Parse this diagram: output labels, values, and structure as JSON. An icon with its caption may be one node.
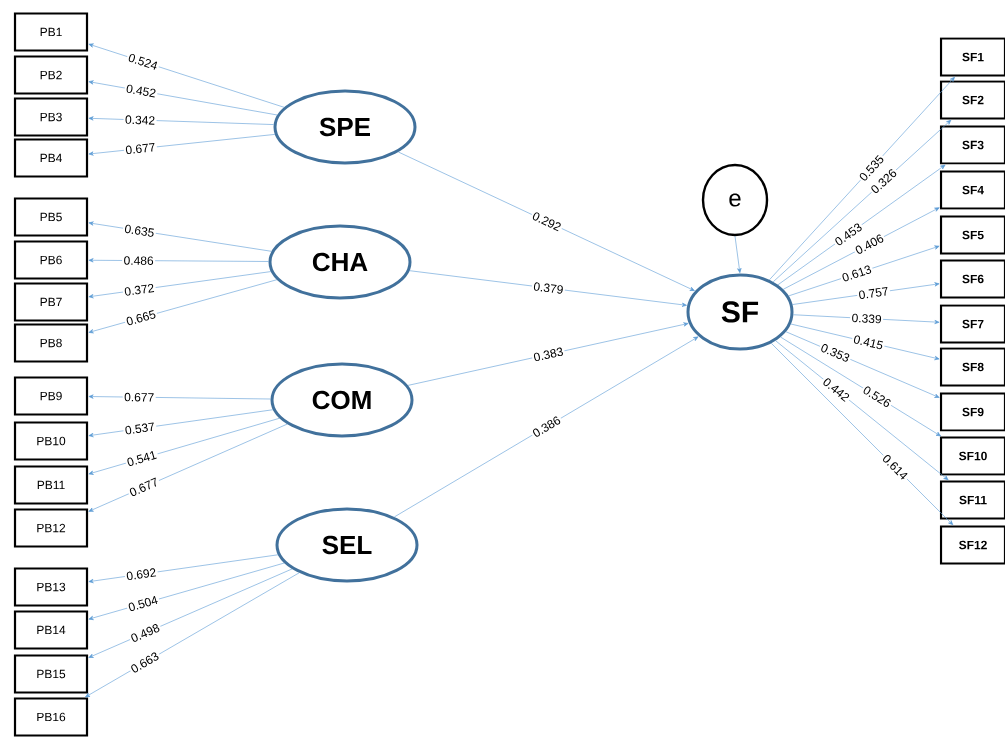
{
  "diagram": {
    "nodes": [
      {
        "text": [
          "PB1"
        ]
      },
      {
        "text": [
          "PB2"
        ]
      },
      {
        "text": [
          "PB3"
        ]
      },
      {
        "text": [
          "PB4"
        ]
      },
      {
        "text": [
          "PB5"
        ]
      },
      {
        "text": [
          "PB6"
        ]
      },
      {
        "text": [
          "PB7"
        ]
      },
      {
        "text": [
          "PB8"
        ]
      },
      {
        "text": [
          "PB9"
        ]
      },
      {
        "text": [
          "PB10"
        ]
      },
      {
        "text": [
          "PB11"
        ]
      },
      {
        "text": [
          "PB12"
        ]
      },
      {
        "text": [
          "PB13"
        ]
      },
      {
        "text": [
          "PB14"
        ]
      },
      {
        "text": [
          "PB15"
        ]
      },
      {
        "text": [
          "PB16"
        ]
      },
      {
        "text": [
          "SPE"
        ]
      },
      {
        "text": [
          "CHA"
        ]
      },
      {
        "text": [
          "COM"
        ]
      },
      {
        "text": [
          "SEL"
        ]
      },
      {
        "text": [
          "e"
        ]
      },
      {
        "text": [
          "SF"
        ]
      },
      {
        "text": [
          "SF1"
        ]
      },
      {
        "text": [
          "SF2"
        ]
      },
      {
        "text": [
          "SF3"
        ]
      },
      {
        "text": [
          "SF4"
        ]
      },
      {
        "text": [
          "SF5"
        ]
      },
      {
        "text": [
          "SF6"
        ]
      },
      {
        "text": [
          "SF7"
        ]
      },
      {
        "text": [
          "SF8"
        ]
      },
      {
        "text": [
          "SF9"
        ]
      },
      {
        "text": [
          "SF10"
        ]
      },
      {
        "text": [
          "SF11"
        ]
      },
      {
        "text": [
          "SF12"
        ]
      }
    ],
    "edges": [
      {
        "from": 16,
        "to": 0,
        "arrow": "to",
        "label": "0.524"
      },
      {
        "from": 16,
        "to": 1,
        "arrow": "to",
        "label": "0.452"
      },
      {
        "from": 16,
        "to": 2,
        "arrow": "to",
        "label": "0.342"
      },
      {
        "from": 16,
        "to": 3,
        "arrow": "to",
        "label": "0.677"
      },
      {
        "from": 17,
        "to": 4,
        "arrow": "to",
        "label": "0.635"
      },
      {
        "from": 17,
        "to": 5,
        "arrow": "to",
        "label": "0.486"
      },
      {
        "from": 17,
        "to": 6,
        "arrow": "to",
        "label": "0.372"
      },
      {
        "from": 17,
        "to": 7,
        "arrow": "to",
        "label": "0.665"
      },
      {
        "from": 18,
        "to": 8,
        "arrow": "to",
        "label": "0.677"
      },
      {
        "from": 18,
        "to": 9,
        "arrow": "to",
        "label": "0.537"
      },
      {
        "from": 18,
        "to": 10,
        "arrow": "to",
        "label": "0.541"
      },
      {
        "from": 18,
        "to": 11,
        "arrow": "to",
        "label": "0.677"
      },
      {
        "from": 19,
        "to": 12,
        "arrow": "to",
        "label": "0.692"
      },
      {
        "from": 19,
        "to": 13,
        "arrow": "to",
        "label": "0.504"
      },
      {
        "from": 19,
        "to": 14,
        "arrow": "to",
        "label": "0.498"
      },
      {
        "from": 19,
        "to": 15,
        "arrow": "to",
        "label": "0.663"
      },
      {
        "from": 16,
        "to": 21,
        "arrow": "to",
        "label": "0.292"
      },
      {
        "from": 17,
        "to": 21,
        "arrow": "to",
        "label": "0.379"
      },
      {
        "from": 18,
        "to": 21,
        "arrow": "to",
        "label": "0.383"
      },
      {
        "from": 19,
        "to": 21,
        "arrow": "to",
        "label": "0.386"
      },
      {
        "from": 20,
        "to": 21,
        "arrow": "to"
      },
      {
        "from": 21,
        "to": 22,
        "arrow": "to",
        "label": "0.535"
      },
      {
        "from": 21,
        "to": 23,
        "arrow": "to",
        "label": "0.326"
      },
      {
        "from": 21,
        "to": 24,
        "arrow": "to",
        "label": "0.453"
      },
      {
        "from": 21,
        "to": 25,
        "arrow": "to",
        "label": "0.406"
      },
      {
        "from": 21,
        "to": 26,
        "arrow": "to",
        "label": "0.613"
      },
      {
        "from": 21,
        "to": 27,
        "arrow": "to",
        "label": "0.757"
      },
      {
        "from": 21,
        "to": 28,
        "arrow": "to",
        "label": "0.339"
      },
      {
        "from": 21,
        "to": 29,
        "arrow": "to",
        "label": "0.415"
      },
      {
        "from": 21,
        "to": 30,
        "arrow": "to",
        "label": "0.353"
      },
      {
        "from": 21,
        "to": 31,
        "arrow": "to",
        "label": "0.526"
      },
      {
        "from": 21,
        "to": 32,
        "arrow": "to",
        "label": "0.442"
      },
      {
        "from": 21,
        "to": 33,
        "arrow": "to",
        "label": "0.614"
      }
    ]
  }
}
